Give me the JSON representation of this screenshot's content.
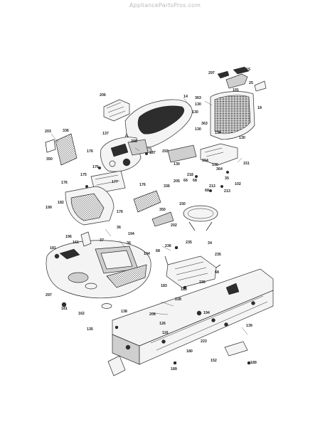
{
  "watermark": "AppliancePartsPros.com",
  "callouts": [
    {
      "id": "c15",
      "text": "15"
    },
    {
      "id": "c297a",
      "text": "297"
    },
    {
      "id": "c25",
      "text": "25"
    },
    {
      "id": "c191",
      "text": "191"
    },
    {
      "id": "c206a",
      "text": "206"
    },
    {
      "id": "c14",
      "text": "14"
    },
    {
      "id": "c363a",
      "text": "363"
    },
    {
      "id": "c130a",
      "text": "130"
    },
    {
      "id": "c18",
      "text": "18"
    },
    {
      "id": "c130b",
      "text": "130"
    },
    {
      "id": "c363b",
      "text": "363"
    },
    {
      "id": "c130c",
      "text": "130"
    },
    {
      "id": "c130d",
      "text": "130"
    },
    {
      "id": "c130e",
      "text": "130"
    },
    {
      "id": "c203",
      "text": "203"
    },
    {
      "id": "c336a",
      "text": "336"
    },
    {
      "id": "c137a",
      "text": "137"
    },
    {
      "id": "c298",
      "text": "298"
    },
    {
      "id": "c293",
      "text": "293"
    },
    {
      "id": "c350",
      "text": "350"
    },
    {
      "id": "c176a",
      "text": "176"
    },
    {
      "id": "c137b",
      "text": "137"
    },
    {
      "id": "c130f",
      "text": "130"
    },
    {
      "id": "c364a",
      "text": "364"
    },
    {
      "id": "c151",
      "text": "151"
    },
    {
      "id": "c130g",
      "text": "130"
    },
    {
      "id": "c364b",
      "text": "364"
    },
    {
      "id": "c176b",
      "text": "176"
    },
    {
      "id": "c218",
      "text": "218"
    },
    {
      "id": "c66",
      "text": "66"
    },
    {
      "id": "c35",
      "text": "35"
    },
    {
      "id": "c205",
      "text": "205"
    },
    {
      "id": "c68a",
      "text": "68"
    },
    {
      "id": "c102",
      "text": "102"
    },
    {
      "id": "c175",
      "text": "175"
    },
    {
      "id": "c177",
      "text": "177"
    },
    {
      "id": "c176c",
      "text": "176"
    },
    {
      "id": "c176d",
      "text": "176"
    },
    {
      "id": "c213a",
      "text": "213"
    },
    {
      "id": "c68b",
      "text": "68"
    },
    {
      "id": "c213b",
      "text": "213"
    },
    {
      "id": "c336b",
      "text": "336"
    },
    {
      "id": "c182",
      "text": "182"
    },
    {
      "id": "c199",
      "text": "199"
    },
    {
      "id": "c150",
      "text": "150"
    },
    {
      "id": "c176e",
      "text": "176"
    },
    {
      "id": "c350b",
      "text": "350"
    },
    {
      "id": "c202",
      "text": "202"
    },
    {
      "id": "c36",
      "text": "36"
    },
    {
      "id": "c194a",
      "text": "194"
    },
    {
      "id": "c196",
      "text": "196"
    },
    {
      "id": "c37",
      "text": "37"
    },
    {
      "id": "c36b",
      "text": "36"
    },
    {
      "id": "c181a",
      "text": "181"
    },
    {
      "id": "c161",
      "text": "161"
    },
    {
      "id": "c194b",
      "text": "194"
    },
    {
      "id": "c236",
      "text": "236"
    },
    {
      "id": "c235a",
      "text": "235"
    },
    {
      "id": "c34",
      "text": "34"
    },
    {
      "id": "c68c",
      "text": "68"
    },
    {
      "id": "c235b",
      "text": "235"
    },
    {
      "id": "c68d",
      "text": "68"
    },
    {
      "id": "c297b",
      "text": "297"
    },
    {
      "id": "c183",
      "text": "183"
    },
    {
      "id": "c236b",
      "text": "236"
    },
    {
      "id": "c183b",
      "text": "183"
    },
    {
      "id": "c181b",
      "text": "181"
    },
    {
      "id": "c228",
      "text": "228"
    },
    {
      "id": "c162",
      "text": "162"
    },
    {
      "id": "c138",
      "text": "138"
    },
    {
      "id": "c206b",
      "text": "206"
    },
    {
      "id": "c194c",
      "text": "194"
    },
    {
      "id": "c126",
      "text": "126"
    },
    {
      "id": "c116",
      "text": "116"
    },
    {
      "id": "c135",
      "text": "135"
    },
    {
      "id": "c223",
      "text": "223"
    },
    {
      "id": "c139",
      "text": "139"
    },
    {
      "id": "c180",
      "text": "180"
    },
    {
      "id": "c152",
      "text": "152"
    },
    {
      "id": "c189a",
      "text": "189"
    },
    {
      "id": "c189b",
      "text": "189"
    }
  ]
}
